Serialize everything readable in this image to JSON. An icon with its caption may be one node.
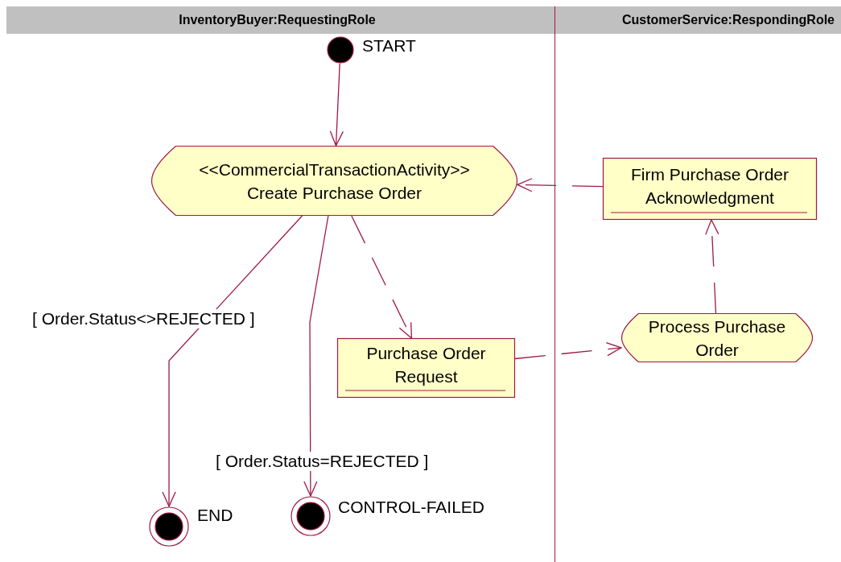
{
  "diagram": {
    "nodes": [
      {
        "text": [
          "InventoryBuyer:RequestingRole"
        ]
      },
      {
        "text": [
          "CustomerService:RespondingRole"
        ]
      },
      {
        "text": [],
        "shape": "circle",
        "beside": [
          "START"
        ],
        "in": 0
      },
      {
        "text": [
          "<<CommercialTransactionActivity>>",
          "Create Purchase Order"
        ],
        "in": 0
      },
      {
        "text": [
          "Firm Purchase Order Acknowledgment"
        ],
        "in": 1
      },
      {
        "text": [
          "Purchase Order Request"
        ],
        "in": 0
      },
      {
        "text": [
          "Process Purchase Order"
        ],
        "in": 1
      },
      {
        "text": [],
        "shape": "circle",
        "beside": [
          "END"
        ],
        "in": 0
      },
      {
        "text": [],
        "shape": "circle",
        "beside": [
          "CONTROL-FAILED"
        ],
        "in": 0
      }
    ],
    "edges": [
      {
        "from": 2,
        "to": 3,
        "arrow": "to"
      },
      {
        "from": 3,
        "to": 7,
        "arrow": "to",
        "label": "[ Order.Status<>REJECTED ]"
      },
      {
        "from": 3,
        "to": 8,
        "arrow": "to",
        "label": "[ Order.Status=REJECTED ]"
      },
      {
        "from": 3,
        "to": 5,
        "arrow": "to",
        "style": "dashed"
      },
      {
        "from": 5,
        "to": 6,
        "arrow": "to",
        "style": "dashed"
      },
      {
        "from": 6,
        "to": 4,
        "arrow": "to",
        "style": "dashed"
      },
      {
        "from": 4,
        "to": 3,
        "arrow": "to",
        "style": "dashed"
      }
    ]
  }
}
